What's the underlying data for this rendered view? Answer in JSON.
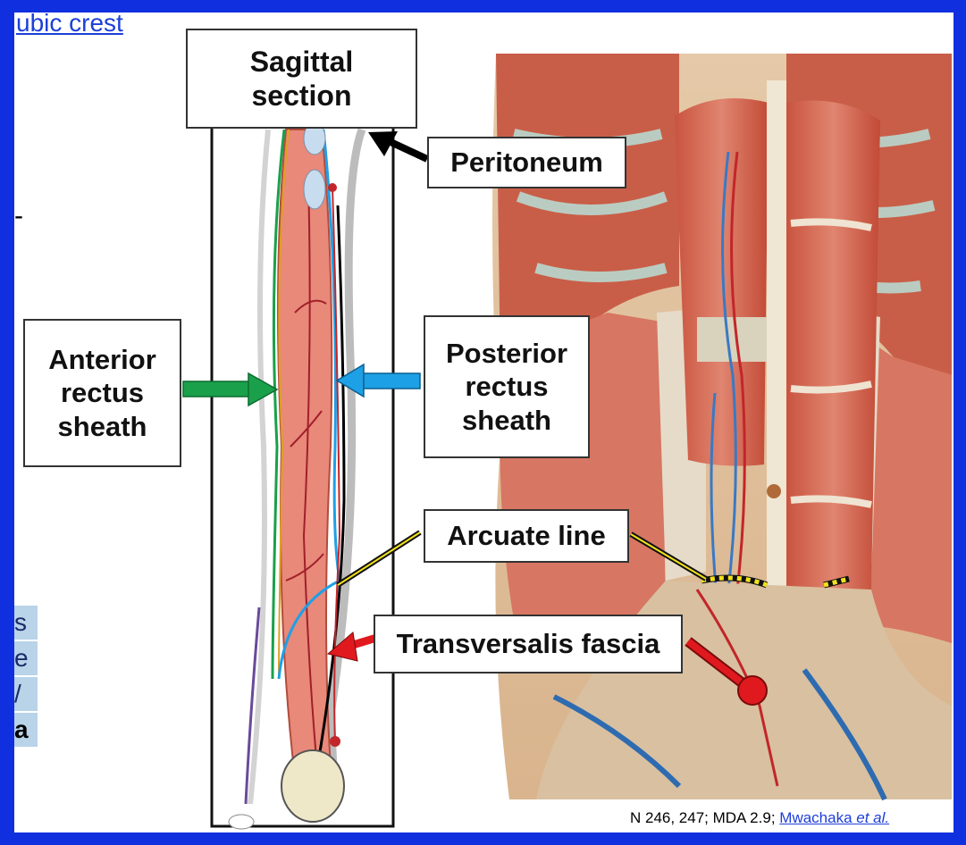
{
  "top_link": "ubic crest",
  "stray_char": "-",
  "side_snips": [
    "s",
    "e",
    "/",
    "a"
  ],
  "labels": {
    "sagittal": "Sagittal section",
    "peritoneum": "Peritoneum",
    "anterior": "Anterior rectus sheath",
    "posterior": "Posterior rectus sheath",
    "arcuate": "Arcuate line",
    "transversalis": "Transversalis fascia"
  },
  "citation": {
    "text": "N 246, 247; MDA 2.9;",
    "link_text": "Mwachaka",
    "link_italic": "et al."
  },
  "colors": {
    "frame": "#1030e0",
    "green_arrow": "#1aa04a",
    "blue_arrow": "#1ea0e6",
    "red_arrow": "#e0191f",
    "black_arrow": "#000000",
    "muscle": "#e8897a",
    "arcuate_dots": "#f2e21a"
  }
}
